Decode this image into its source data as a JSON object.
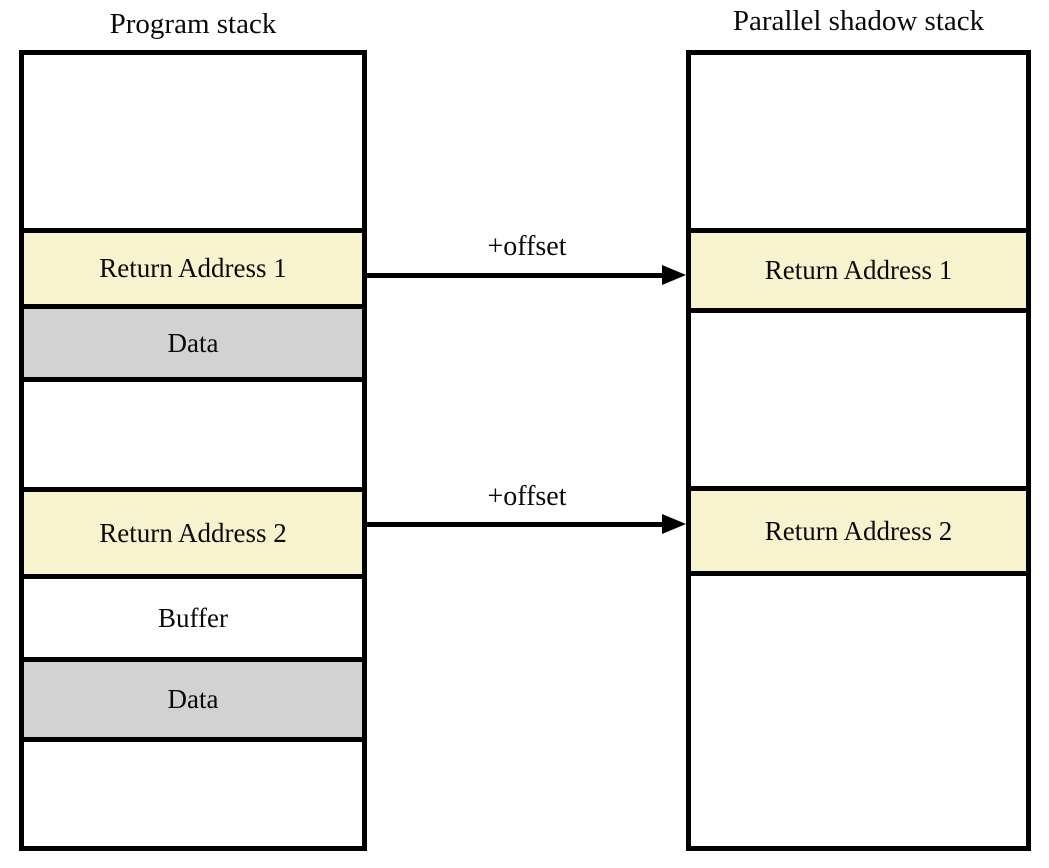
{
  "diagram": {
    "left_stack": {
      "title": "Program stack",
      "segments": [
        {
          "label": "",
          "type": "empty"
        },
        {
          "label": "Return Address 1",
          "type": "return_address"
        },
        {
          "label": "Data",
          "type": "data"
        },
        {
          "label": "",
          "type": "empty"
        },
        {
          "label": "Return Address 2",
          "type": "return_address"
        },
        {
          "label": "Buffer",
          "type": "buffer"
        },
        {
          "label": "Data",
          "type": "data"
        },
        {
          "label": "",
          "type": "empty"
        }
      ]
    },
    "right_stack": {
      "title": "Parallel shadow stack",
      "segments": [
        {
          "label": "",
          "type": "empty"
        },
        {
          "label": "Return Address 1",
          "type": "return_address"
        },
        {
          "label": "",
          "type": "empty"
        },
        {
          "label": "Return Address 2",
          "type": "return_address"
        },
        {
          "label": "",
          "type": "empty"
        }
      ]
    },
    "arrows": [
      {
        "label": "+offset"
      },
      {
        "label": "+offset"
      }
    ],
    "colors": {
      "return_address_fill": "#f8f3cf",
      "data_fill": "#d3d2d2",
      "buffer_fill": "#ffffff",
      "empty_fill": "#ffffff",
      "border": "#000000",
      "background": "#ffffff",
      "text": "#0a0a0a"
    }
  }
}
